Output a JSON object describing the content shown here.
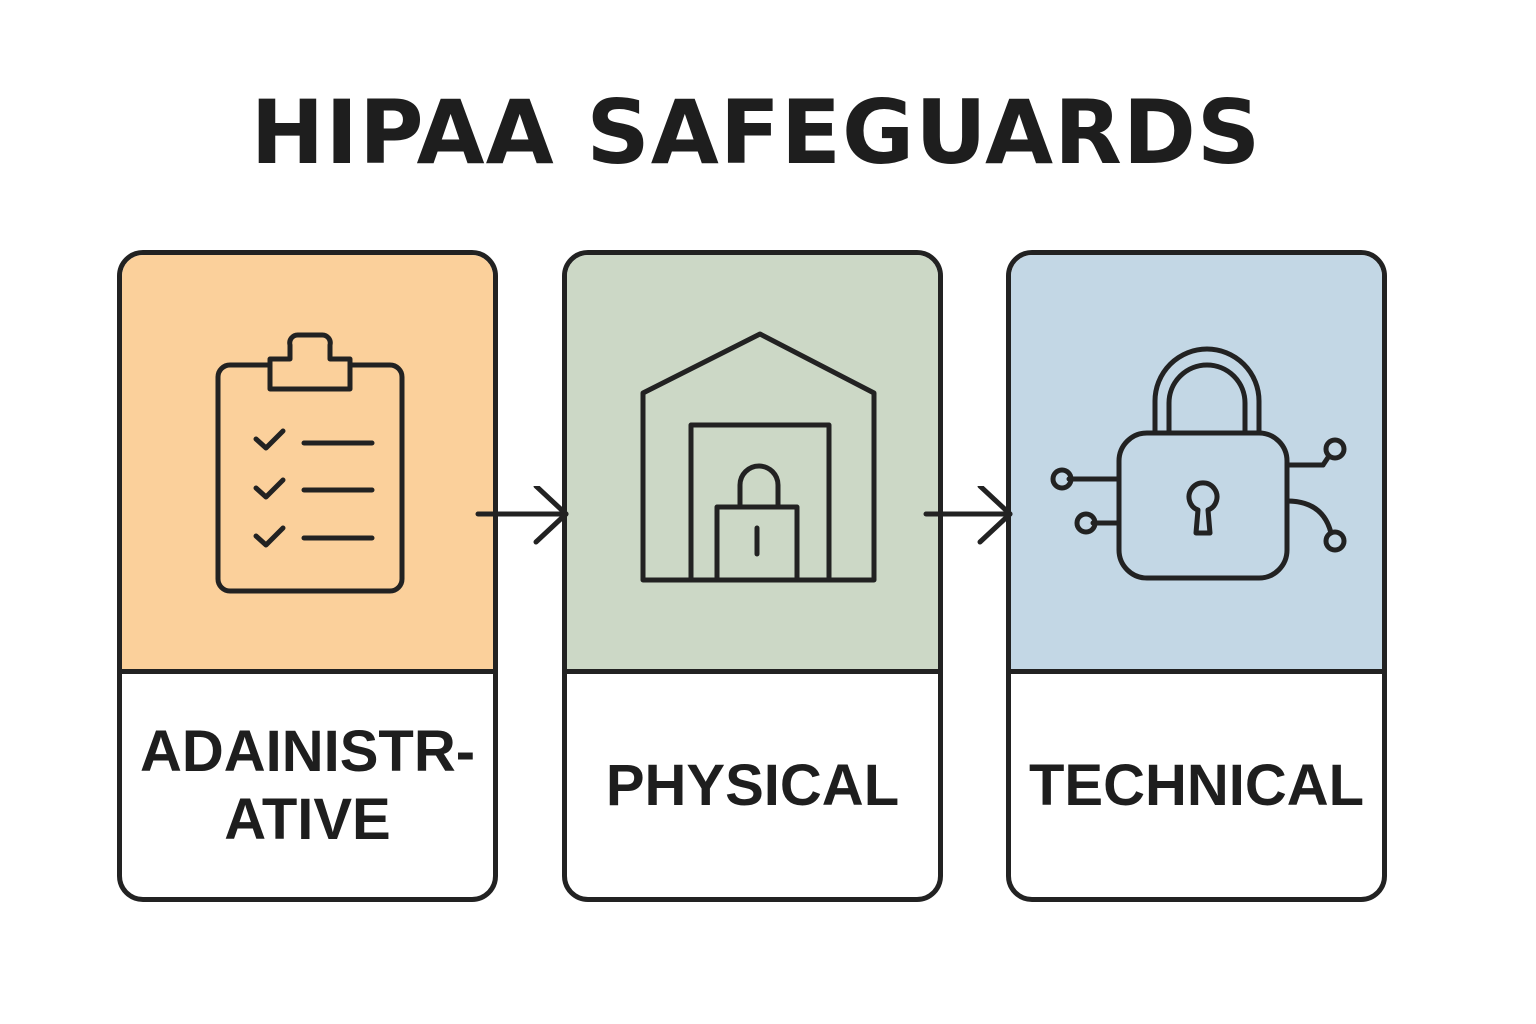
{
  "title": "HIPAA SAFEGUARDS",
  "colors": {
    "outline": "#222222",
    "administrative": "#fbd09b",
    "physical": "#ccd8c6",
    "technical": "#c3d7e5",
    "label_background": "#ffffff"
  },
  "flow": [
    "administrative",
    "physical",
    "technical"
  ],
  "cards": {
    "administrative": {
      "label": "ADAINISTR-\nATIVE",
      "icon": "clipboard-checklist-icon"
    },
    "physical": {
      "label": "PHYSICAL",
      "icon": "building-lock-icon"
    },
    "technical": {
      "label": "TECHNICAL",
      "icon": "digital-padlock-icon"
    }
  },
  "arrows": [
    {
      "from": "administrative",
      "to": "physical",
      "icon": "right-arrow-icon"
    },
    {
      "from": "physical",
      "to": "technical",
      "icon": "right-arrow-icon"
    }
  ]
}
